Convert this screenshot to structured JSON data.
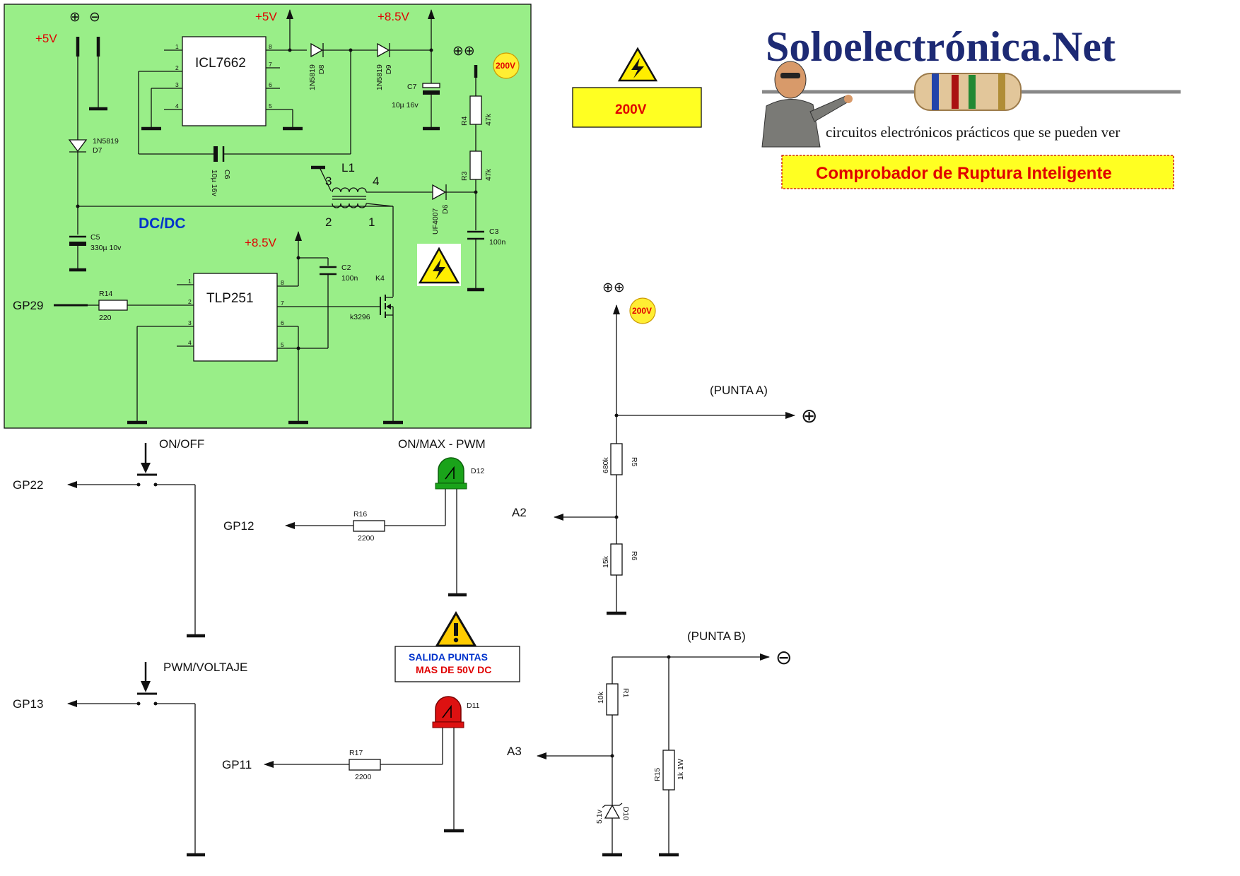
{
  "brand": {
    "site_title": "Soloelectrónica.Net",
    "tagline": "circuitos electrónicos prácticos que se pueden ver",
    "project_title": "Comprobador de Ruptura Inteligente"
  },
  "warnings": {
    "hv_label": "200V",
    "badge": "200V",
    "salida_line1": "SALIDA PUNTAS",
    "salida_line2": "MAS DE 50V DC"
  },
  "dcdc": {
    "section_label": "DC/DC",
    "power_plus": "⊕",
    "power_minus": "⊖",
    "hv_plus": "⊕⊕",
    "supply_5v": "+5V",
    "supply_85v": "+8.5V",
    "ic1": {
      "name": "ICL7662",
      "pins": [
        "1",
        "2",
        "3",
        "4",
        "8",
        "7",
        "6",
        "5"
      ]
    },
    "ic2": {
      "name": "TLP251",
      "pins": [
        "1",
        "2",
        "3",
        "4",
        "8",
        "7",
        "6",
        "5"
      ]
    },
    "d7": {
      "ref": "D7",
      "value": "1N5819"
    },
    "d8": {
      "ref": "D8",
      "value": "1N5819"
    },
    "d9": {
      "ref": "D9",
      "value": "1N5819"
    },
    "d6": {
      "ref": "D6",
      "value": "UF4007"
    },
    "c5": {
      "ref": "C5",
      "value": "330µ 10v"
    },
    "c6": {
      "ref": "C6",
      "value": "10µ 16v"
    },
    "c7": {
      "ref": "C7",
      "value": "10µ 16v"
    },
    "c2": {
      "ref": "C2",
      "value": "100n"
    },
    "c3": {
      "ref": "C3",
      "value": "100n"
    },
    "r3": {
      "ref": "R3",
      "value": "47k"
    },
    "r4": {
      "ref": "R4",
      "value": "47k"
    },
    "r14": {
      "ref": "R14",
      "value": "220"
    },
    "k4": {
      "ref": "K4",
      "value": "k3296"
    },
    "l1": {
      "ref": "L1",
      "pins": [
        "3",
        "4",
        "2",
        "1"
      ]
    },
    "gp29": "GP29"
  },
  "controls": {
    "gp22": "GP22",
    "gp13": "GP13",
    "gp12": "GP12",
    "gp11": "GP11",
    "sw1_label": "ON/OFF",
    "sw2_label": "PWM/VOLTAJE",
    "led_green_label": "ON/MAX - PWM",
    "d12": "D12",
    "d11": "D11",
    "r16": {
      "ref": "R16",
      "value": "2200"
    },
    "r17": {
      "ref": "R17",
      "value": "2200"
    }
  },
  "probes": {
    "hv_plus": "⊕⊕",
    "badge": "200V",
    "punta_a": "(PUNTA A)",
    "punta_b": "(PUNTA B)",
    "plus": "⊕",
    "minus": "⊖",
    "a2": "A2",
    "a3": "A3",
    "r5": {
      "ref": "R5",
      "value": "680k"
    },
    "r6": {
      "ref": "R6",
      "value": "15k"
    },
    "r1": {
      "ref": "R1",
      "value": "10k"
    },
    "r15": {
      "ref": "R15",
      "value": "1k 1W"
    },
    "d10": {
      "ref": "D10",
      "value": "5.1v"
    }
  },
  "colors": {
    "panel": "#99ee88",
    "warning_yellow": "#ffff22",
    "red": "#e00000",
    "blue": "#0033cc",
    "site_blue": "#1d2a74",
    "led_green": "#1aa31a",
    "led_red": "#dd1111"
  },
  "icons": [
    "high-voltage-warning-icon",
    "caution-warning-icon",
    "presenter-character-icon",
    "resistor-banner-icon"
  ]
}
